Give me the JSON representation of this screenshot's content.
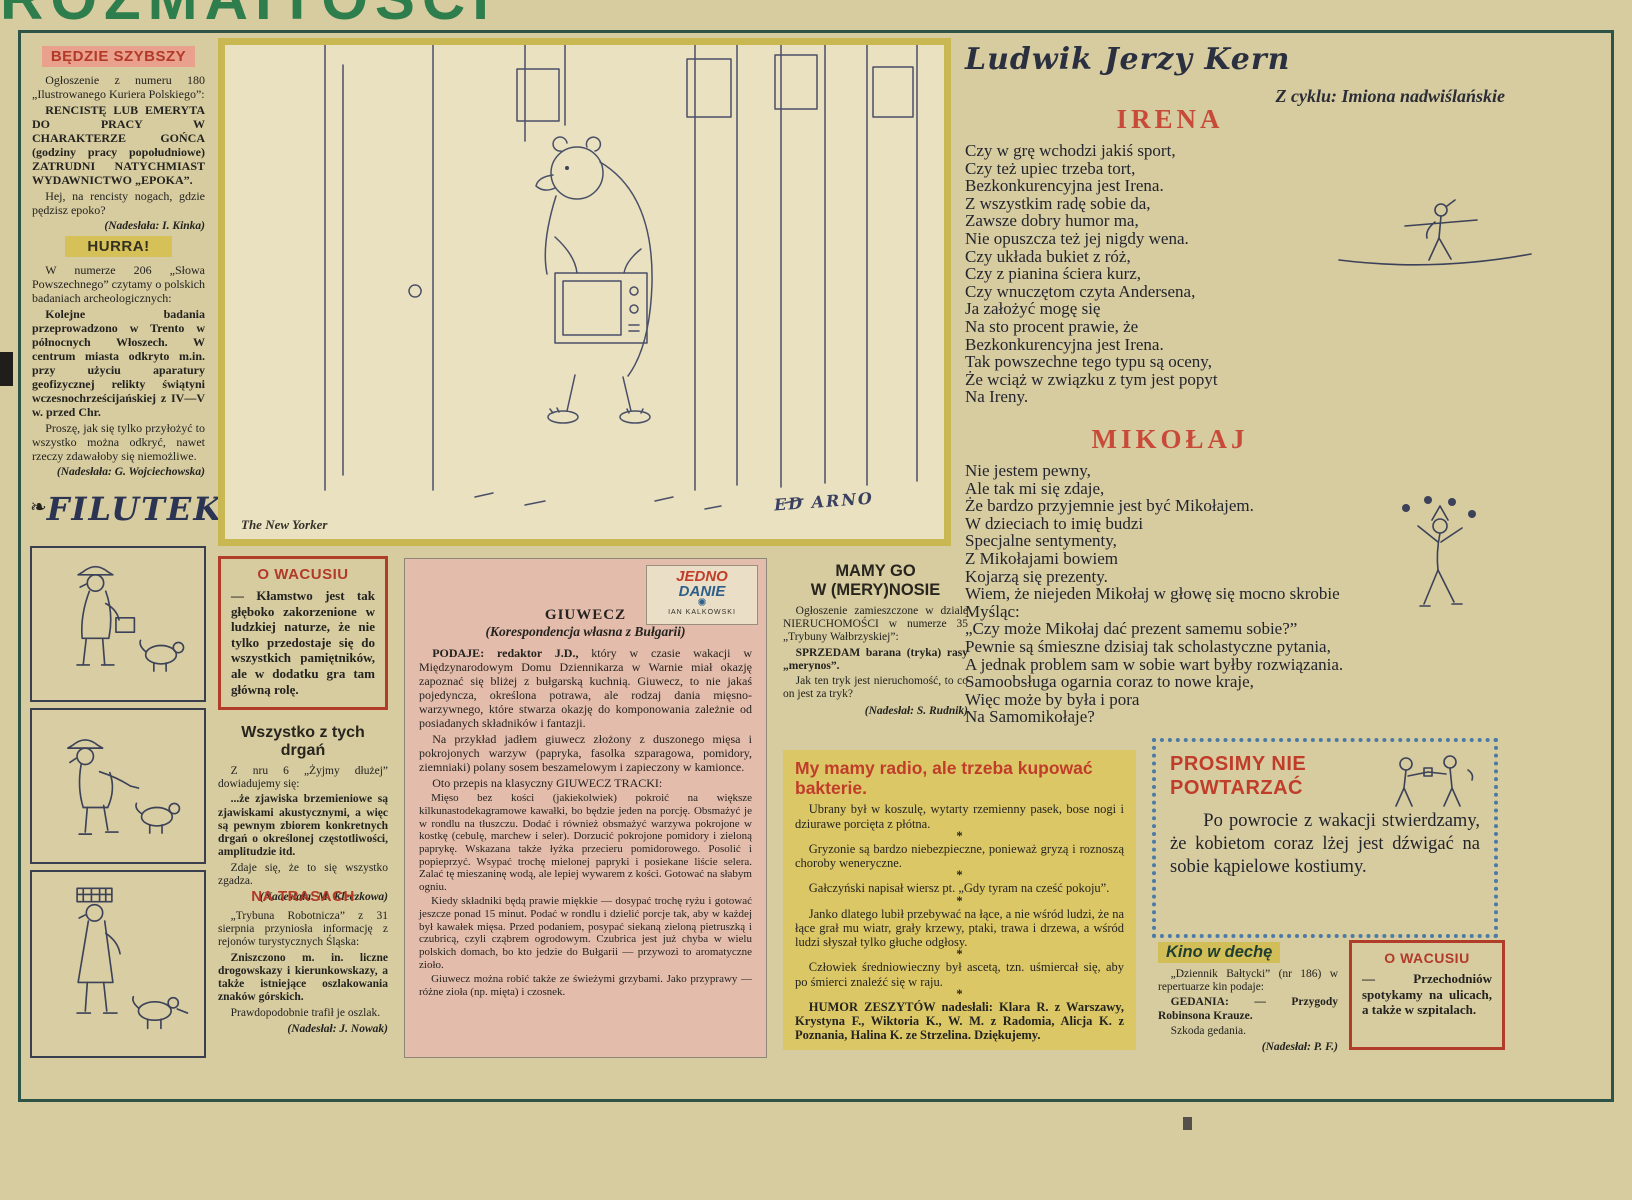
{
  "masthead": {
    "title": "ROZMAITOŚCI"
  },
  "left": {
    "bedzie_szybszy": {
      "title": "BĘDZIE SZYBSZY",
      "p1": "Ogłoszenie z numeru 180 „Ilustrowanego Kuriera Polskiego”:",
      "p2": "RENCISTĘ LUB EMERYTA DO PRACY W CHARAKTERZE GOŃCA (godziny pracy popołudniowe) ZATRUDNI NATYCHMIAST WYDAWNICTWO „EPOKA”.",
      "p3": "Hej, na rencisty nogach, gdzie pędzisz epoko?",
      "credit": "(Nadesłała: I. Kinka)"
    },
    "hurra": {
      "title": "HURRA!",
      "p1": "W numerze 206 „Słowa Powszechnego” czytamy o polskich badaniach archeologicznych:",
      "p2": "Kolejne badania przeprowadzono w Trento w północnych Włoszech. W centrum miasta odkryto m.in. przy użyciu aparatury geofizycznej relikty świątyni wczesnochrześcijańskiej z IV—V w. przed Chr.",
      "p3": "Proszę, jak się tylko przyłożyć to wszystko można odkryć, nawet rzeczy zdawałoby się niemożliwe.",
      "credit": "(Nadesłała: G. Wojciechowska)"
    },
    "filutek": {
      "title": "FILUTEK"
    }
  },
  "cartoon": {
    "caption": "The New Yorker",
    "signature": "ED ARNO"
  },
  "kern": {
    "author": "Ludwik Jerzy Kern",
    "cycle": "Z cyklu: Imiona nadwiślańskie",
    "irena_title": "IRENA",
    "irena_lines": [
      "Czy w grę wchodzi jakiś sport,",
      "Czy też upiec trzeba tort,",
      "Bezkonkurencyjna jest Irena.",
      "Z wszystkim radę sobie da,",
      "Zawsze dobry humor ma,",
      "Nie opuszcza też jej nigdy wena.",
      "Czy układa bukiet z róż,",
      "Czy z pianina ściera kurz,",
      "Czy wnuczętom czyta Andersena,",
      "Ja założyć mogę się",
      "Na sto procent prawie, że",
      "Bezkonkurencyjna jest Irena.",
      "Tak powszechne tego typu są oceny,",
      "Że wciąż w związku z tym jest popyt",
      "Na Ireny."
    ],
    "mikolaj_title": "MIKOŁAJ",
    "mikolaj_lines": [
      "Nie jestem pewny,",
      "Ale tak mi się zdaje,",
      "Że bardzo przyjemnie jest być Mikołajem.",
      "W dzieciach to imię budzi",
      "Specjalne sentymenty,",
      "Z Mikołajami bowiem",
      "Kojarzą się prezenty.",
      "Wiem, że niejeden Mikołaj w głowę się mocno skrobie",
      "Myśląc:",
      "„Czy może Mikołaj dać prezent samemu sobie?”",
      "Pewnie są śmieszne dzisiaj tak scholastyczne pytania,",
      "A jednak problem sam w sobie wart byłby rozwiązania.",
      "Samoobsługa ogarnia coraz to nowe kraje,",
      "Więc może by była i pora",
      "Na Samomikołaje?"
    ]
  },
  "o_wacusiu_1": {
    "title": "O WACUSIU",
    "body": "— Kłamstwo jest tak głęboko zakorzenione w ludzkiej naturze, że nie tylko przedostaje się do wszystkich pamiętników, ale w dodatku gra tam główną rolę."
  },
  "drgania": {
    "title": "Wszystko z tych drgań",
    "p1": "Z nru 6 „Żyjmy dłużej” dowiadujemy się:",
    "p2": "...że zjawiska brzemieniowe są zjawiskami akustycznymi, a więc są pewnym zbiorem konkretnych drgań o określonej częstotliwości, amplitudzie itd.",
    "p3": "Zdaje się, że to się wszystko zgadza.",
    "credit": "(Nadesłała: M. Kleczkowa)"
  },
  "na_trasach": {
    "title": "NA TRASACH",
    "p1": "„Trybuna Robotnicza” z 31 sierpnia przyniosła informację z rejonów turystycznych Śląska:",
    "p2": "Zniszczono m. in. liczne drogowskazy i kierunkowskazy, a także istniejące oszlakowania znaków górskich.",
    "p3": "Prawdopodobnie trafił je oszlak.",
    "credit": "(Nadesłał: J. Nowak)"
  },
  "giuwecz": {
    "logo_line1": "JEDNO",
    "logo_line2": "DANIE",
    "logo_swirl": "✺",
    "logo_author": "IAN KALKOWSKI",
    "title": "GIUWECZ",
    "subtitle": "(Korespondencja własna z Bułgarii)",
    "p1_lead": "PODAJE: redaktor J.D.,",
    "p1_rest": " który w czasie wakacji w Międzynarodowym Domu Dziennikarza w Warnie miał okazję zapoznać się bliżej z bułgarską kuchnią. Giuwecz, to nie jakaś pojedyncza, określona potrawa, ale rodzaj dania mięsno-warzywnego, które stwarza okazję do komponowania zależnie od posiadanych składników i fantazji.",
    "p2": "Na przykład jadłem giuwecz złożony z duszonego mięsa i pokrojonych warzyw (papryka, fasolka szparagowa, pomidory, ziemniaki) polany sosem beszamelowym i zapieczony w kamionce.",
    "p3": "Oto przepis na klasyczny GIUWECZ TRACKI:",
    "p4": "Mięso bez kości (jakiekolwiek) pokroić na większe kilkunastodekagramowe kawałki, bo będzie jeden na porcję. Obsmażyć je w rondlu na tłuszczu. Dodać i również obsmażyć warzywa pokrojone w kostkę (cebulę, marchew i seler). Dorzucić pokrojone pomidory i zieloną paprykę. Wskazana także łyżka przecieru pomidorowego. Posolić i popieprzyć. Wsypać trochę mielonej papryki i posiekane liście selera. Zalać tę mieszaninę wodą, ale lepiej wywarem z kości. Gotować na słabym ogniu.",
    "p5": "Kiedy składniki będą prawie miękkie — dosypać trochę ryżu i gotować jeszcze ponad 15 minut. Podać w rondlu i dzielić porcje tak, aby w każdej był kawałek mięsa. Przed podaniem, posypać siekaną zieloną pietruszką i czubricą, czyli cząbrem ogrodowym. Czubrica jest już chyba w wielu polskich domach, bo kto jedzie do Bułgarii — przywozi to aromatyczne zioło.",
    "p6": "Giuwecz można robić także ze świeżymi grzybami. Jako przyprawy — różne zioła (np. mięta) i czosnek."
  },
  "merynos": {
    "title": "MAMY GO\nW (MERY)NOSIE",
    "p1": "Ogłoszenie zamieszczone w dziale NIERUCHOMOŚCI w numerze 35 „Trybuny Wałbrzyskiej”:",
    "p2": "SPRZEDAM barana (tryka) rasy „merynos”.",
    "p3": "Jak ten tryk jest nieruchomość, to co on jest za tryk?",
    "credit": "(Nadesłał: S. Rudnik)"
  },
  "humor": {
    "title": "My mamy radio, ale trzeba kupować bakterie.",
    "items": [
      "Ubrany był w koszulę, wytarty rzemienny pasek, bose nogi i dziurawe porcięta z płótna.",
      "Gryzonie są bardzo niebezpieczne, ponieważ gryzą i roznoszą choroby weneryczne.",
      "Gałczyński napisał wiersz pt. „Gdy tyram na cześć pokoju”.",
      "Janko dlatego lubił przebywać na łące, a nie wśród ludzi, że na łące grał mu wiatr, grały krzewy, ptaki, trawa i drzewa, a wśród ludzi słyszał tylko głuche odgłosy.",
      "Człowiek średniowieczny był ascetą, tzn. uśmiercał się, aby po śmierci znaleźć się w raju.",
      "HUMOR ZESZYTÓW nadesłali: Klara R. z Warszawy, Krystyna F., Wiktoria K., W. M. z Radomia, Alicja K. z Poznania, Halina K. ze Strzelina. Dziękujemy."
    ]
  },
  "prosimy": {
    "title": "PROSIMY NIE\nPOWTARZAĆ",
    "body": "Po powrocie z wakacji stwierdzamy, że kobietom coraz lżej jest dźwigać na sobie kąpielowe kostiumy."
  },
  "kino": {
    "title": "Kino w dechę",
    "p1": "„Dziennik Bałtycki” (nr 186) w repertuarze kin podaje:",
    "p2": "GEDANIA: — Przygody Robinsona Krauze.",
    "p3": "Szkoda gedania.",
    "credit": "(Nadesłał: P. F.)"
  },
  "o_wacusiu_2": {
    "title": "O WACUSIU",
    "body": "— Przechodniów spotykamy na ulicach, a także w szpitalach."
  }
}
